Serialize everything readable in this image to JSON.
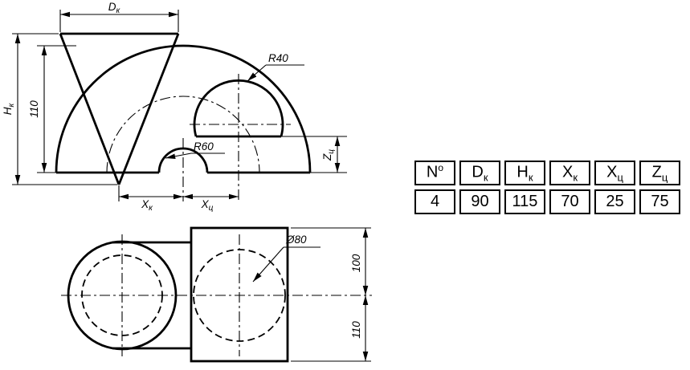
{
  "front_view": {
    "dims": {
      "dk": {
        "main": "D",
        "sub": "к"
      },
      "hk": {
        "main": "H",
        "sub": "к"
      },
      "h110": "110",
      "xk": {
        "main": "X",
        "sub": "к"
      },
      "xc": {
        "main": "X",
        "sub": "ц"
      },
      "zc": {
        "main": "Z",
        "sub": "ц"
      }
    },
    "labels": {
      "r40": "R40",
      "r60": "R60"
    }
  },
  "top_view": {
    "labels": {
      "d80": "Ø80"
    },
    "dims": {
      "d100": "100",
      "d110": "110"
    }
  },
  "table": {
    "headers": [
      {
        "main": "N",
        "sup": "o"
      },
      {
        "main": "D",
        "sub": "к"
      },
      {
        "main": "H",
        "sub": "к"
      },
      {
        "main": "X",
        "sub": "к"
      },
      {
        "main": "X",
        "sub": "ц"
      },
      {
        "main": "Z",
        "sub": "ц"
      }
    ],
    "values": [
      "4",
      "90",
      "115",
      "70",
      "25",
      "75"
    ]
  },
  "colors": {
    "ink": "#000000",
    "background": "#ffffff"
  }
}
